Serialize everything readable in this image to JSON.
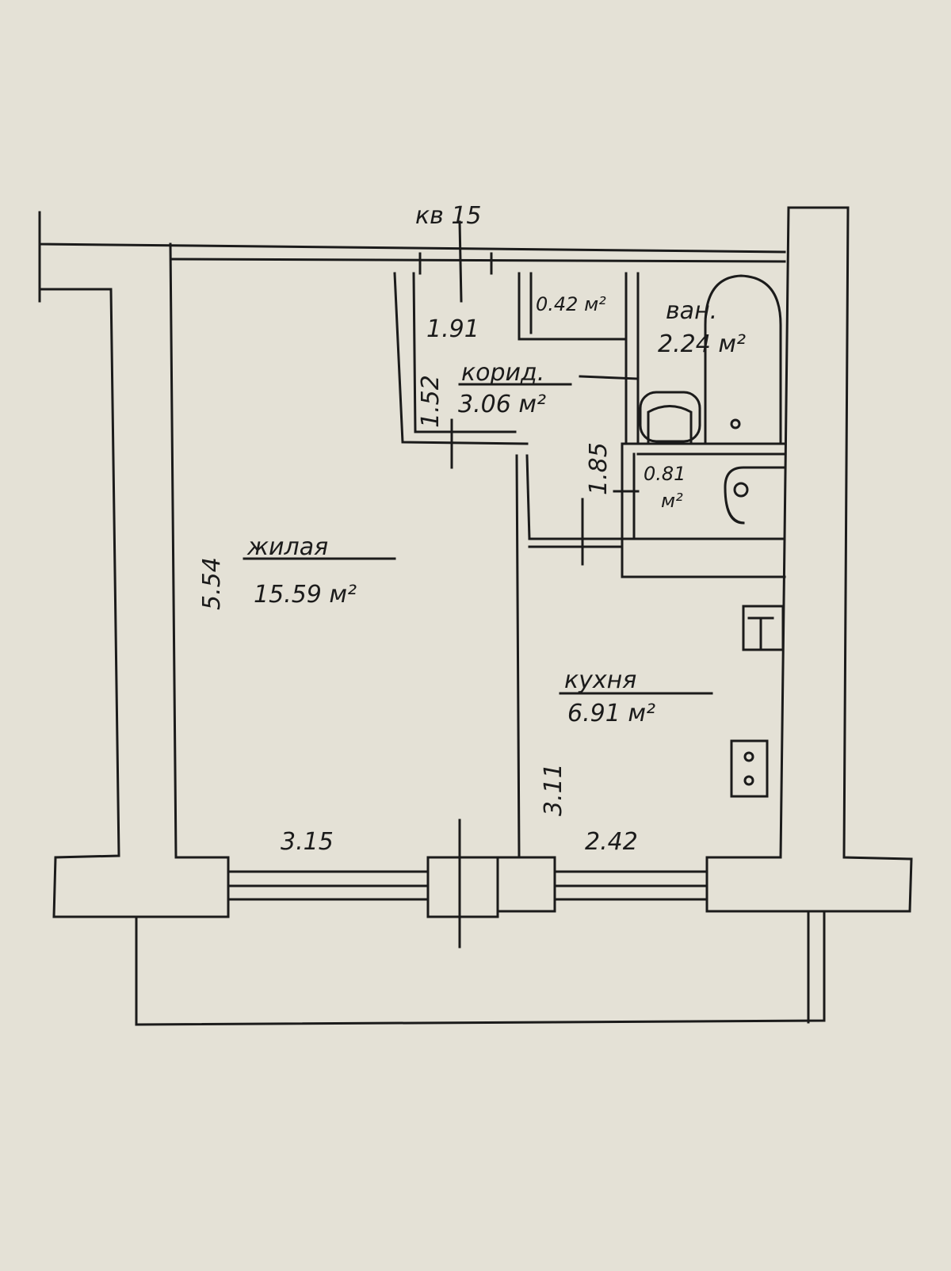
{
  "plan": {
    "apartment_label": "кв 15",
    "rooms": {
      "living": {
        "name": "жилая",
        "area": "15.59 м²"
      },
      "corridor": {
        "name": "корид.",
        "area": "3.06 м²"
      },
      "closet": {
        "area": "0.42 м²"
      },
      "bath": {
        "name": "ван.",
        "area": "2.24 м²"
      },
      "toilet": {
        "area_value": "0.81",
        "area_unit": "м²"
      },
      "kitchen": {
        "name": "кухня",
        "area": "6.91 м²"
      }
    },
    "dimensions": {
      "living_height": "5.54",
      "living_width": "3.15",
      "corridor_1": "1.91",
      "corridor_2": "1.52",
      "corridor_3": "1.85",
      "kitchen_height": "3.11",
      "kitchen_width": "2.42"
    },
    "colors": {
      "paper": "#e4e1d6",
      "ink": "#1b1b1b"
    }
  }
}
